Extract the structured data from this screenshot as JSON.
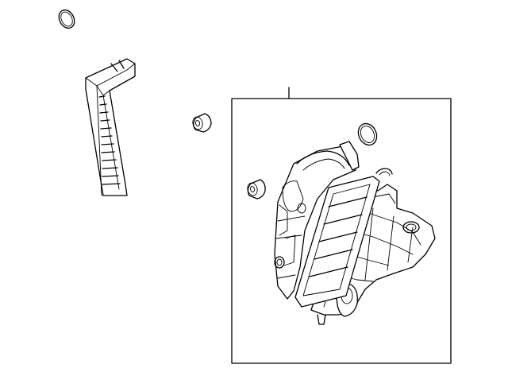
{
  "diagram": {
    "type": "exploded-parts-illustration",
    "line_color": "#000000",
    "background": "#ffffff",
    "parts": [
      "o-ring-seal",
      "intake-duct",
      "grommet",
      "air-cleaner-assembly-box",
      "o-ring-seal-inner",
      "grommet-inner",
      "clip",
      "air-filter-element",
      "air-cleaner-housing-upper",
      "air-cleaner-housing-lower"
    ]
  }
}
